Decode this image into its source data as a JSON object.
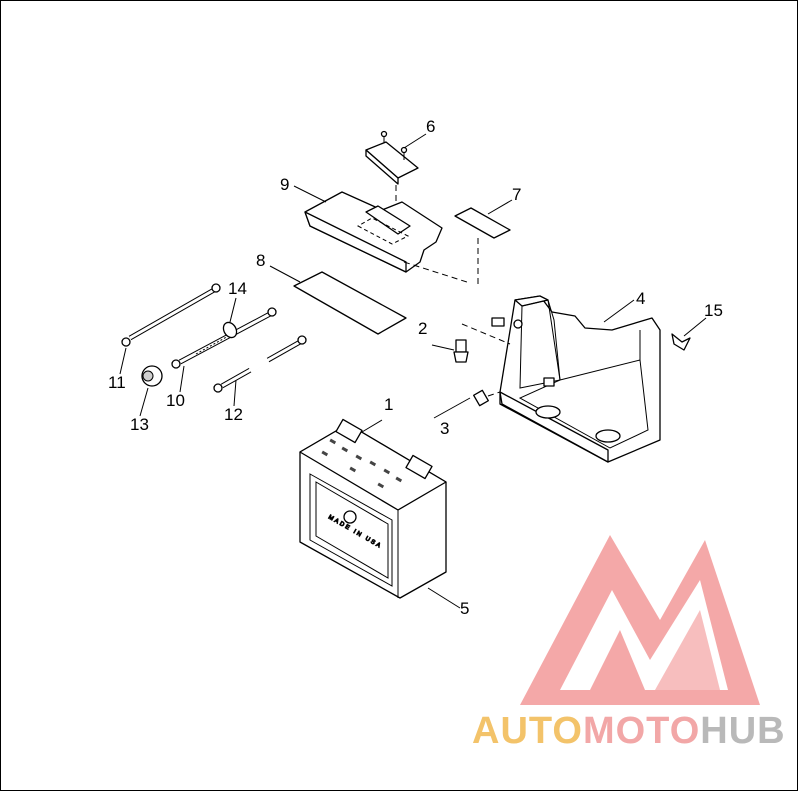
{
  "diagram": {
    "callouts": [
      {
        "id": "c1",
        "text": "1"
      },
      {
        "id": "c2",
        "text": "2"
      },
      {
        "id": "c3",
        "text": "3"
      },
      {
        "id": "c4",
        "text": "4"
      },
      {
        "id": "c5",
        "text": "5"
      },
      {
        "id": "c6",
        "text": "6"
      },
      {
        "id": "c7",
        "text": "7"
      },
      {
        "id": "c8",
        "text": "8"
      },
      {
        "id": "c9",
        "text": "9"
      },
      {
        "id": "c10",
        "text": "10"
      },
      {
        "id": "c11",
        "text": "11"
      },
      {
        "id": "c12",
        "text": "12"
      },
      {
        "id": "c13",
        "text": "13"
      },
      {
        "id": "c14",
        "text": "14"
      },
      {
        "id": "c15",
        "text": "15"
      }
    ],
    "battery_label": "MADE IN USA"
  },
  "watermark": {
    "segments": [
      "AUTO",
      "MOTO",
      "HUB"
    ],
    "colors": {
      "auto": "#f3c36a",
      "moto": "#f2a7a7",
      "hub": "#b9b9b9",
      "triangle": "#f08a8a"
    }
  }
}
